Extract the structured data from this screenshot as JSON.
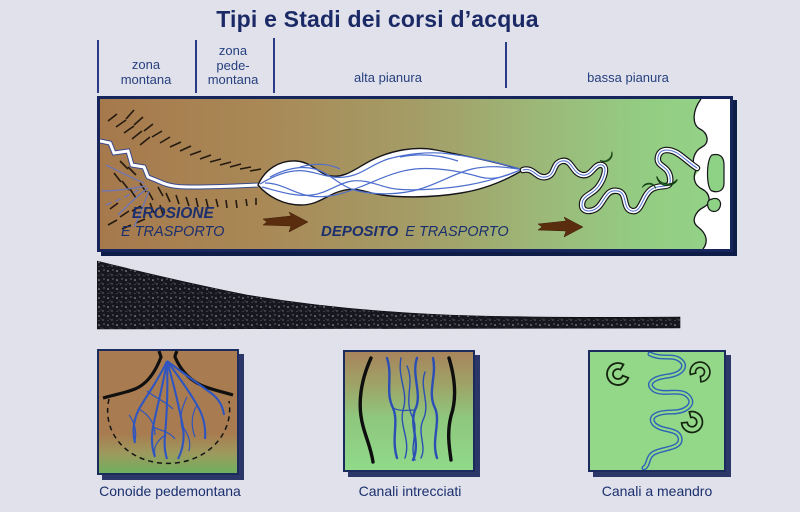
{
  "title": "Tipi e Stadi dei corsi d’acqua",
  "zones": [
    {
      "lines": [
        "zona",
        "montana"
      ]
    },
    {
      "lines": [
        "zona",
        "pede-",
        "montana"
      ]
    },
    {
      "lines": [
        "alta pianura"
      ]
    },
    {
      "lines": [
        "bassa pianura"
      ]
    }
  ],
  "main_diagram": {
    "process_left_title": "EROSIONE",
    "process_left_sub": "E TRASPORTO",
    "process_right_title": "DEPOSITO",
    "process_right_sub": "E TRASPORTO"
  },
  "figures": [
    {
      "caption": "Conoide pedemontana"
    },
    {
      "caption": "Canali intrecciati"
    },
    {
      "caption": "Canali a meandro"
    }
  ],
  "colors": {
    "page_background": "#e0e1ea",
    "title_text": "#1b2a66",
    "zone_label_text": "#27407f",
    "panel_border": "#16265c",
    "mountain_brown": "#a6794c",
    "plain_green": "#93d488",
    "river_blue": "#4d6ecd",
    "process_text": "#1b2f6e",
    "arrow_brown": "#5a2d0e",
    "oxbow_dark_green": "#2f9e42",
    "profile_fill_dark": "#17171f"
  }
}
